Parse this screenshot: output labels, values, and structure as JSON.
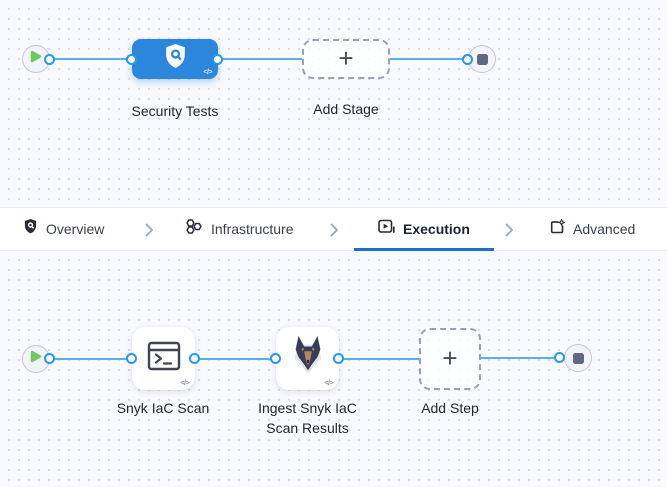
{
  "stage_pipeline": {
    "stage": {
      "label": "Security Tests"
    },
    "add_stage": {
      "label": "Add Stage"
    }
  },
  "tab_bar": {
    "tabs": [
      {
        "label": "Overview",
        "active": false
      },
      {
        "label": "Infrastructure",
        "active": false
      },
      {
        "label": "Execution",
        "active": true
      },
      {
        "label": "Advanced",
        "active": false
      }
    ]
  },
  "step_pipeline": {
    "steps": [
      {
        "label": "Snyk IaC Scan"
      },
      {
        "label": "Ingest Snyk IaC Scan Results"
      }
    ],
    "add_step": {
      "label": "Add Step"
    }
  },
  "glyphs": {
    "code_badge": "</>",
    "plus": "+"
  },
  "colors": {
    "connector": "#57b2e8",
    "port_ring": "#2598ef",
    "stage_node_blue": "#2b86dc",
    "active_tab_underline": "#1b6fd6",
    "canvas_background": "#f9fafd",
    "grid_dot": "#d8dce8",
    "start_play_green": "#70c95e",
    "end_stop_slate": "#5f6a7d"
  }
}
